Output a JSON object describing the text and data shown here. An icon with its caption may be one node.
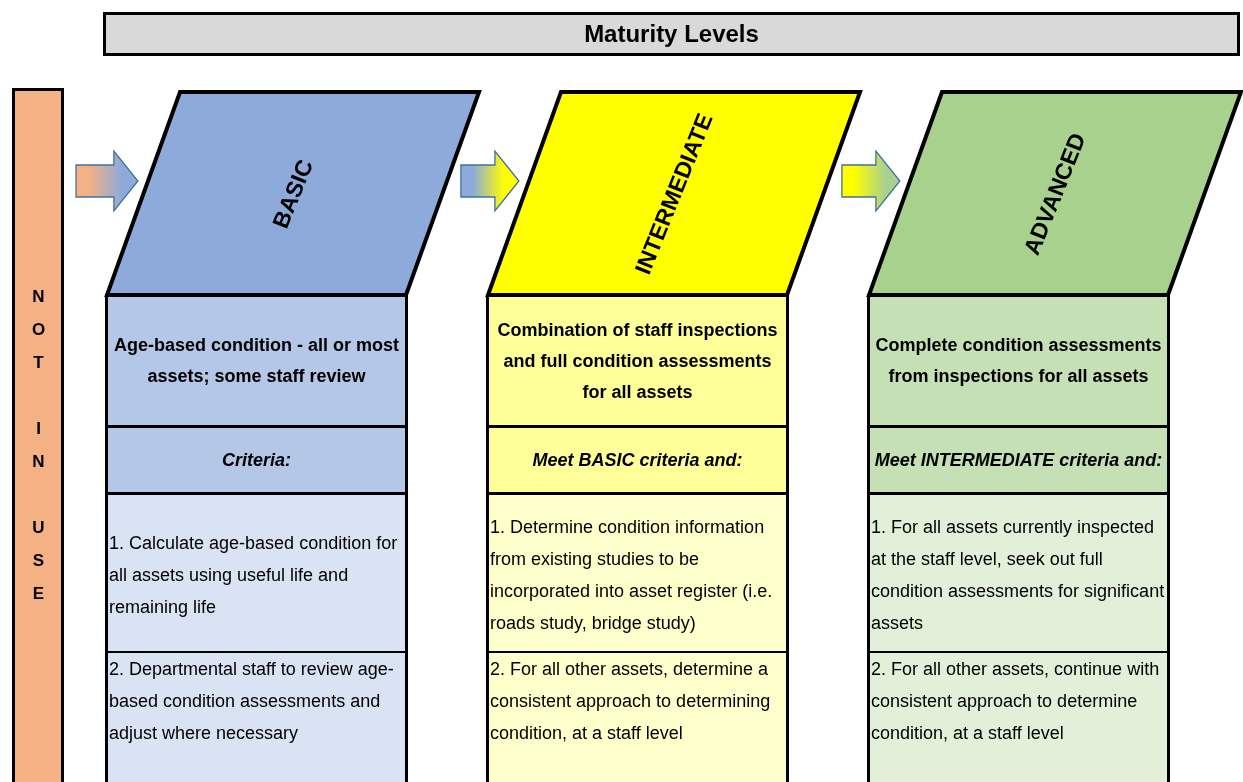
{
  "diagram": {
    "nodes": [
      {
        "text": [
          "Maturity Levels"
        ]
      },
      {
        "text": [
          "NOT IN USE"
        ]
      },
      {
        "text": [
          "BASIC"
        ]
      },
      {
        "text": [
          "Age-based condition - all or most assets; some staff review"
        ]
      },
      {
        "text": [
          "Criteria:"
        ]
      },
      {
        "text": [
          "1.  Calculate age-based condition for all assets using useful life and remaining life"
        ]
      },
      {
        "text": [
          "2.  Departmental staff to review age-based condition assessments and adjust where necessary"
        ]
      },
      {
        "text": [
          "INTERMEDIATE"
        ]
      },
      {
        "text": [
          "Combination of staff inspections and full condition assessments for all assets"
        ]
      },
      {
        "text": [
          "Meet BASIC criteria and:"
        ]
      },
      {
        "text": [
          "1. Determine condition information from existing studies to be incorporated into asset register (i.e. roads study, bridge study)"
        ]
      },
      {
        "text": [
          "2.  For all other assets, determine a consistent approach to determining condition, at a staff level"
        ]
      },
      {
        "text": [
          "ADVANCED"
        ]
      },
      {
        "text": [
          "Complete condition assessments from inspections for all assets"
        ]
      },
      {
        "text": [
          "Meet INTERMEDIATE criteria and:"
        ]
      },
      {
        "text": [
          "1.  For all assets currently inspected at the staff level, seek out full condition assessments for significant assets"
        ]
      },
      {
        "text": [
          "2.  For all other assets, continue with consistent approach to determine condition, at a staff level"
        ]
      }
    ],
    "edges": [
      {
        "from": 1,
        "to": 2,
        "arrow": "to"
      },
      {
        "from": 2,
        "to": 7,
        "arrow": "to"
      },
      {
        "from": 7,
        "to": 12,
        "arrow": "to"
      }
    ]
  }
}
